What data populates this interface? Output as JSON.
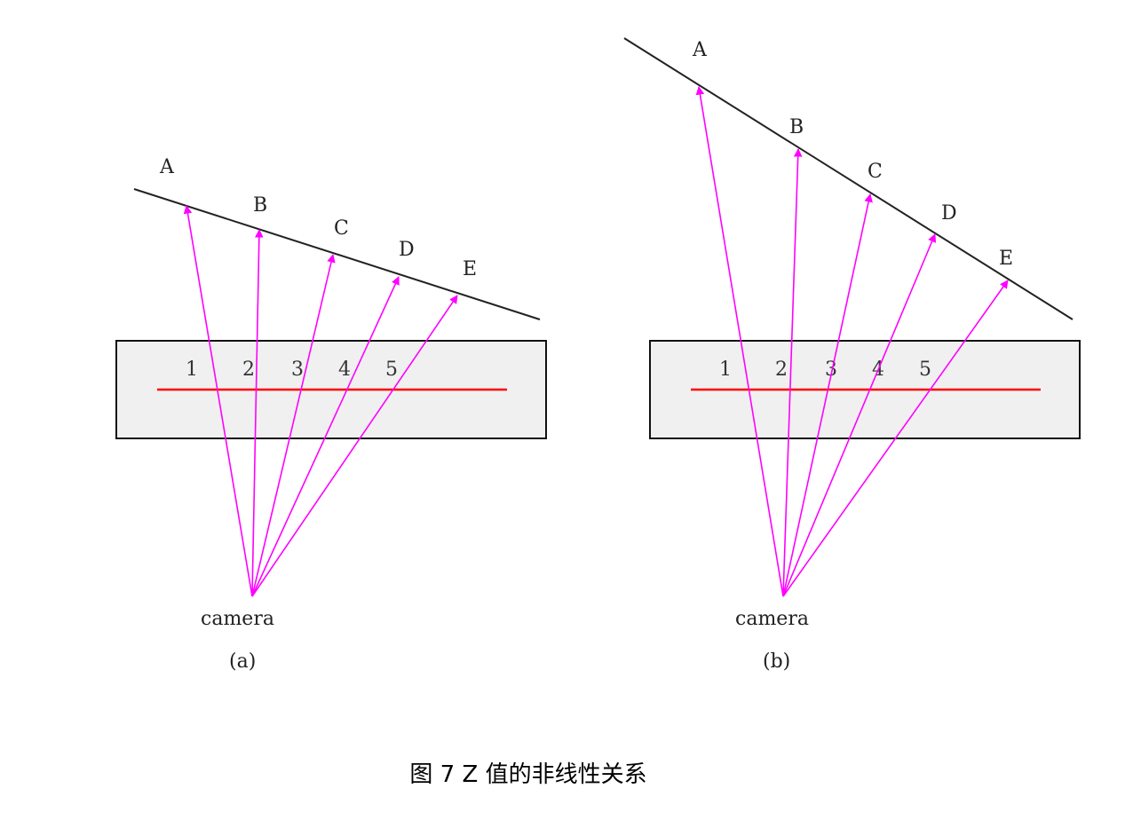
{
  "caption": "图  7 Z 值的非线性关系",
  "colors": {
    "ray": "#ff00ff",
    "screen_line": "#ff0000",
    "box_fill": "#f0f0f0",
    "outline": "#111111"
  },
  "panels": [
    {
      "id": "a",
      "label": "(a)",
      "camera_label": "camera",
      "points": [
        "A",
        "B",
        "C",
        "D",
        "E"
      ],
      "screen_numbers": [
        "1",
        "2",
        "3",
        "4",
        "5"
      ]
    },
    {
      "id": "b",
      "label": "(b)",
      "camera_label": "camera",
      "points": [
        "A",
        "B",
        "C",
        "D",
        "E"
      ],
      "screen_numbers": [
        "1",
        "2",
        "3",
        "4",
        "5"
      ]
    }
  ]
}
